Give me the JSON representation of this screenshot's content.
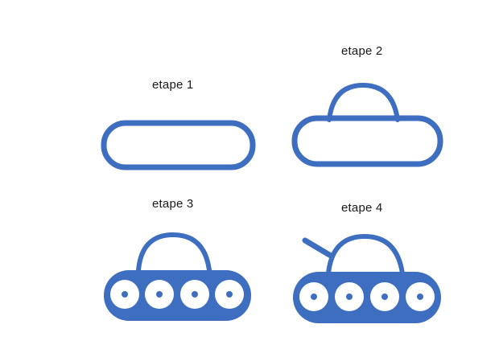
{
  "steps": [
    {
      "label": "etape 1"
    },
    {
      "label": "etape 2"
    },
    {
      "label": "etape 3"
    },
    {
      "label": "etape 4"
    }
  ],
  "colors": {
    "stroke": "#3d6ebf",
    "fill": "#3d6ebf",
    "wheel_inner": "#ffffff",
    "background": "#ffffff"
  }
}
